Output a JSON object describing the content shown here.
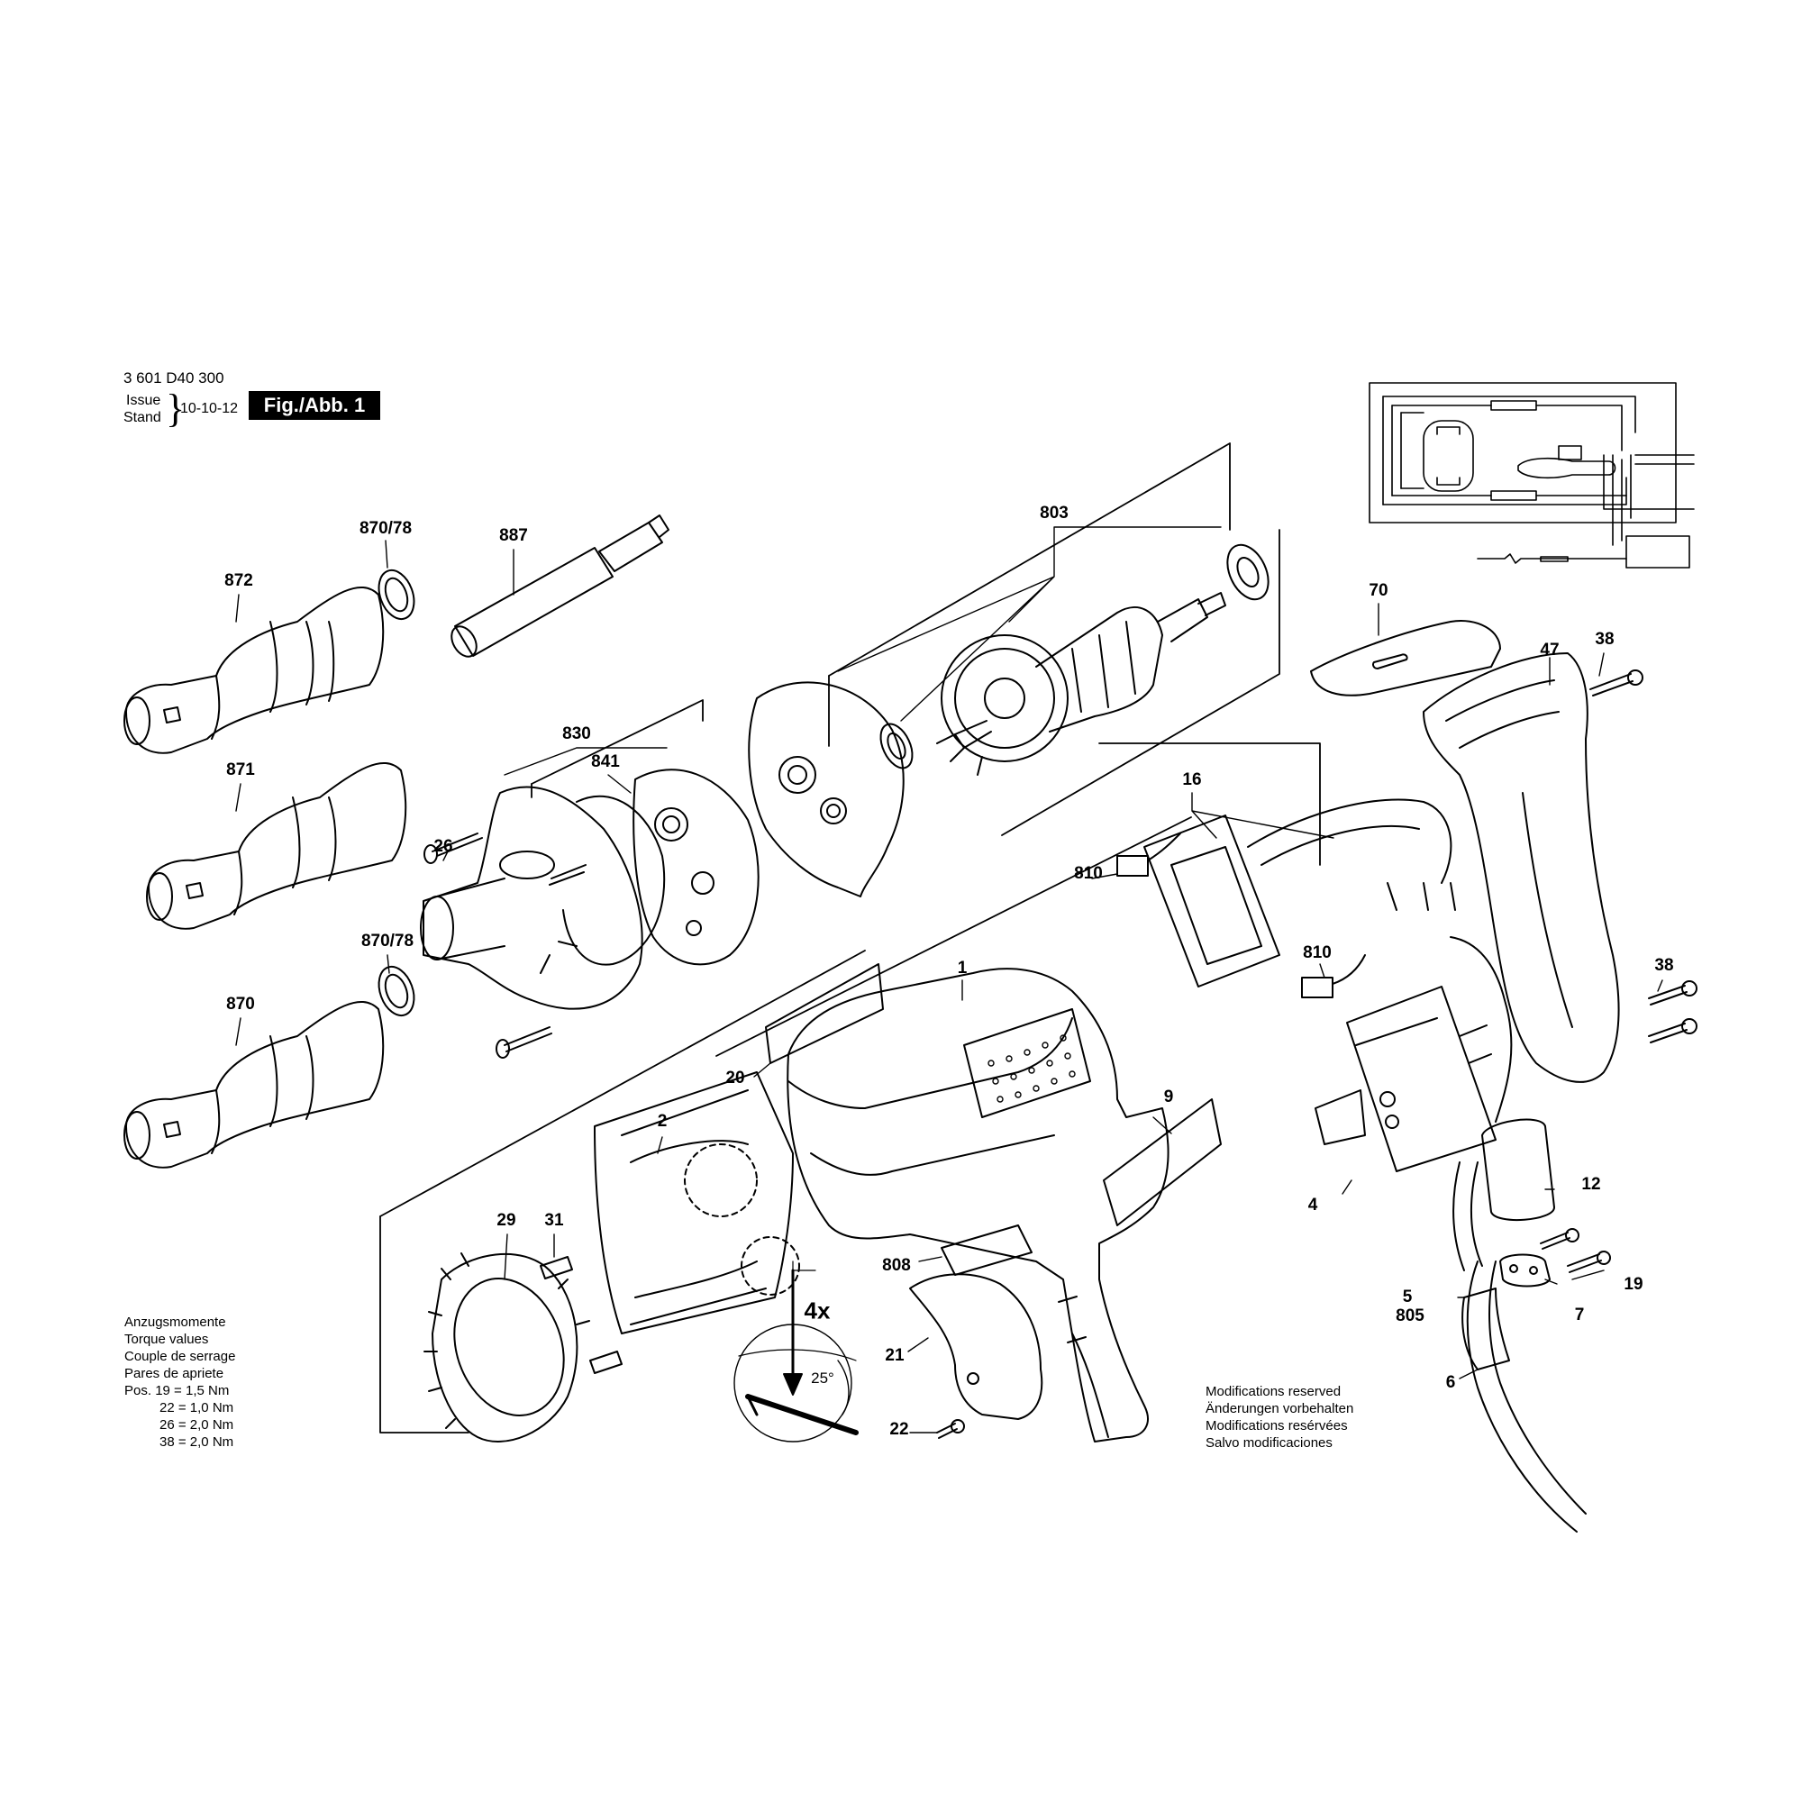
{
  "header": {
    "part_number": "3 601 D40 300",
    "issue_label": "Issue",
    "stand_label": "Stand",
    "date": "10-10-12",
    "figure": "Fig./Abb. 1"
  },
  "torque": {
    "lines": [
      "Anzugsmomente",
      "Torque values",
      "Couple de serrage",
      "Pares de apriete"
    ],
    "pos_label": "Pos.",
    "values": [
      {
        "pos": "19",
        "value": "1,5 Nm"
      },
      {
        "pos": "22",
        "value": "1,0 Nm"
      },
      {
        "pos": "26",
        "value": "2,0 Nm"
      },
      {
        "pos": "38",
        "value": "2,0 Nm"
      }
    ]
  },
  "modifications": [
    "Modifications reserved",
    "Änderungen vorbehalten",
    "Modifications resérvées",
    "Salvo modificaciones"
  ],
  "detail": {
    "count": "4x",
    "angle": "25°"
  },
  "labels": {
    "l872": "872",
    "l870_78a": "870/78",
    "l887": "887",
    "l803": "803",
    "l871": "871",
    "l830": "830",
    "l841": "841",
    "l26": "26",
    "l870_78b": "870/78",
    "l870": "870",
    "l70": "70",
    "l38a": "38",
    "l47": "47",
    "l16": "16",
    "l810a": "810",
    "l810b": "810",
    "l1": "1",
    "l38b": "38",
    "l20": "20",
    "l9": "9",
    "l2": "2",
    "l4": "4",
    "l12": "12",
    "l31": "31",
    "l29": "29",
    "l808": "808",
    "l5": "5",
    "l805": "805",
    "l19": "19",
    "l7": "7",
    "l21": "21",
    "l22": "22",
    "l6": "6"
  }
}
